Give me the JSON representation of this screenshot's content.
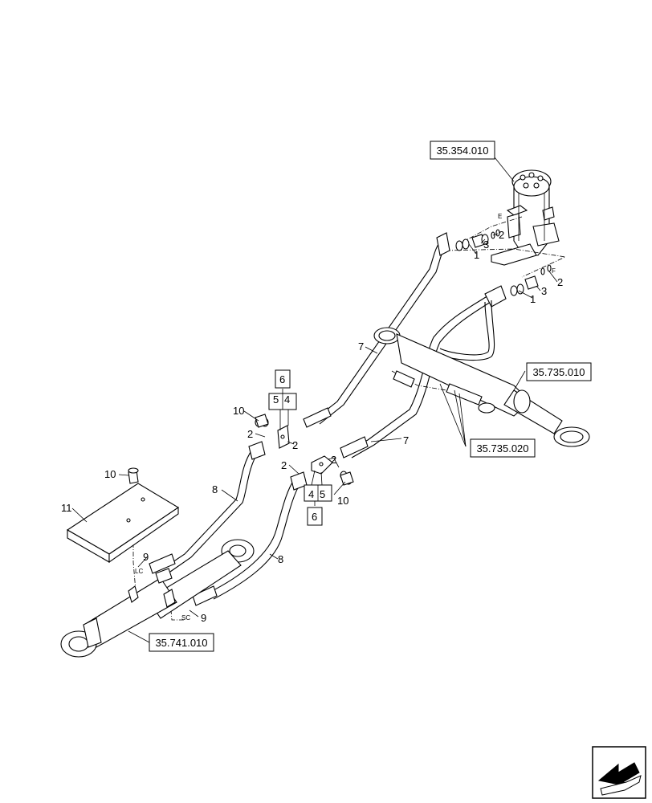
{
  "diagram": {
    "ref_boxes": {
      "r1": "35.354.010",
      "r2": "35.735.010",
      "r3": "35.735.020",
      "r4": "35.741.010"
    },
    "callouts": {
      "c1a": "1",
      "c1b": "1",
      "c2a": "2",
      "c2b": "2",
      "c2c": "2",
      "c2d": "2",
      "c2e": "2",
      "c2f": "2",
      "c3a": "3",
      "c3b": "3",
      "c4a": "4",
      "c4b": "4",
      "c5a": "5",
      "c5b": "5",
      "c6a": "6",
      "c6b": "6",
      "c7a": "7",
      "c7b": "7",
      "c8a": "8",
      "c8b": "8",
      "c9a": "9",
      "c9b": "9",
      "c10a": "10",
      "c10b": "10",
      "c10c": "10",
      "c11": "11"
    },
    "port_letters": {
      "e": "E",
      "f": "F",
      "lc": "LC",
      "sc": "SC"
    }
  },
  "navigation": {
    "icon": "back-arrow-icon"
  }
}
